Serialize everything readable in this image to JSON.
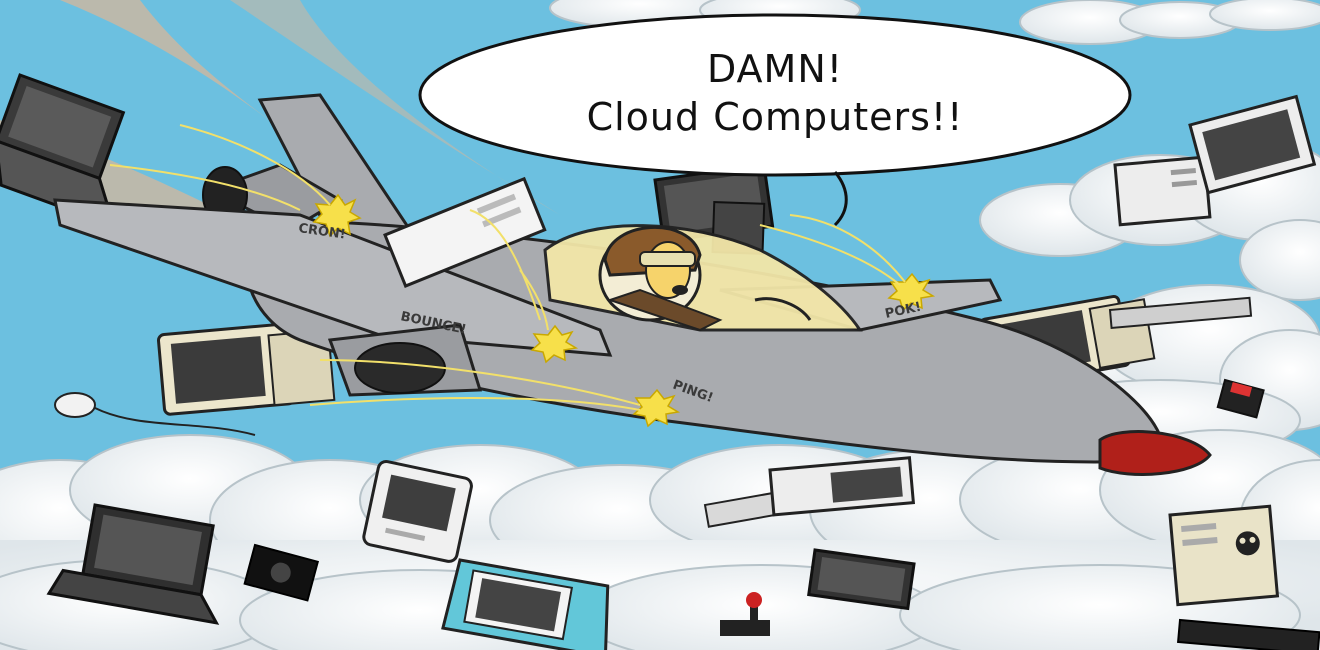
{
  "speech_bubble": {
    "line1": "DAMN!",
    "line2": "Cloud Computers!!"
  },
  "sound_effects": {
    "cron": "CRON!",
    "bounce": "BOUNCE!",
    "ping": "PING!",
    "pok": "POK!"
  },
  "colors": {
    "sky": "#6cc0e0",
    "cloud": "#f4f7f9",
    "plane_body": "#a9abaf",
    "nose_cone": "#b0201a",
    "spark": "#f7e04a",
    "smoke": "#c9b8a4"
  }
}
